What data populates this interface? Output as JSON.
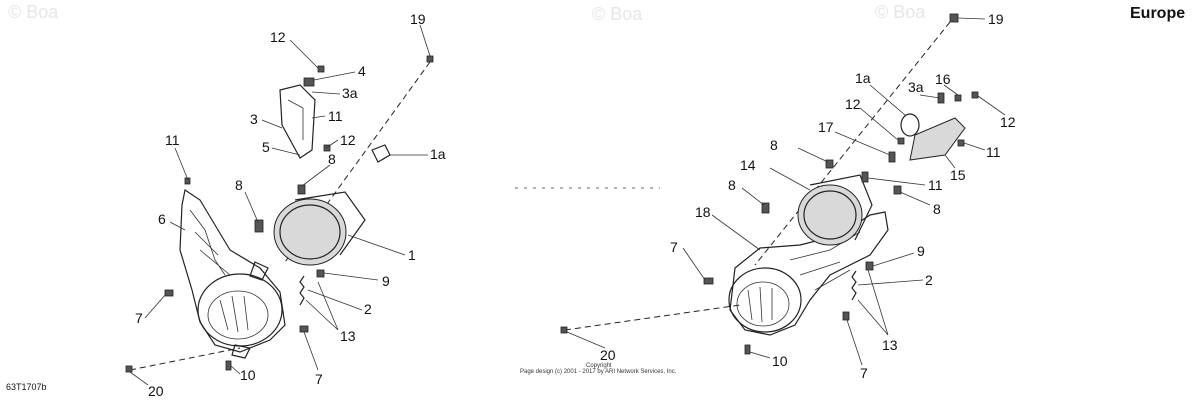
{
  "watermarks": [
    "© Boa",
    "© Boa",
    "© Boa"
  ],
  "region": "Europe",
  "figure_code": "63T1707b",
  "copyright": {
    "line1": "Copyright",
    "line2": "Page design (c) 2001 - 2017 by ARI Network Services, Inc."
  },
  "left_callouts": [
    "19",
    "12",
    "4",
    "3a",
    "11",
    "3",
    "12",
    "5",
    "1a",
    "8",
    "11",
    "8",
    "6",
    "1",
    "9",
    "2",
    "13",
    "7",
    "7",
    "10",
    "20"
  ],
  "right_callouts": [
    "19",
    "1a",
    "16",
    "3a",
    "12",
    "12",
    "17",
    "11",
    "8",
    "15",
    "14",
    "11",
    "8",
    "8",
    "18",
    "9",
    "7",
    "2",
    "13",
    "7",
    "10",
    "20"
  ]
}
